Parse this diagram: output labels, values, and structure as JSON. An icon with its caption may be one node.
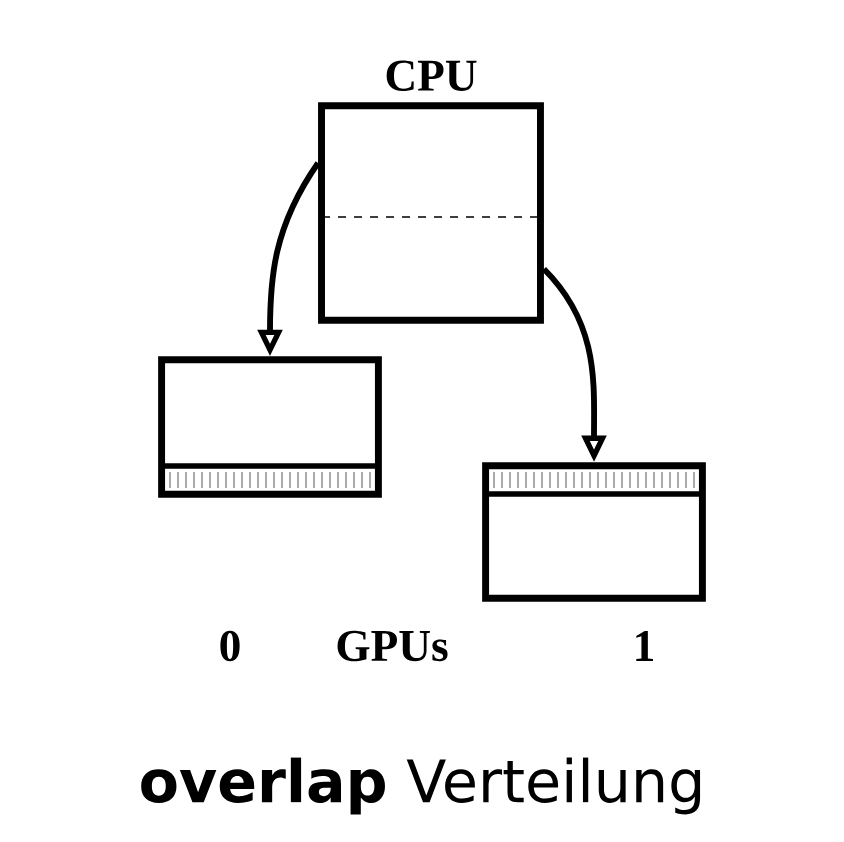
{
  "diagram": {
    "caption": "**overlap** Verteilung",
    "nodes": [
      {
        "text": [
          "CPU"
        ]
      },
      {
        "text": [],
        "shape": "box",
        "beside": [
          "0"
        ]
      },
      {
        "text": [],
        "shape": "box",
        "beside": [
          "1"
        ]
      }
    ],
    "edges": [
      {
        "from": 0,
        "to": 1,
        "arrow": "to"
      },
      {
        "from": 0,
        "to": 2,
        "arrow": "to"
      }
    ],
    "labels": [
      "GPUs"
    ]
  }
}
